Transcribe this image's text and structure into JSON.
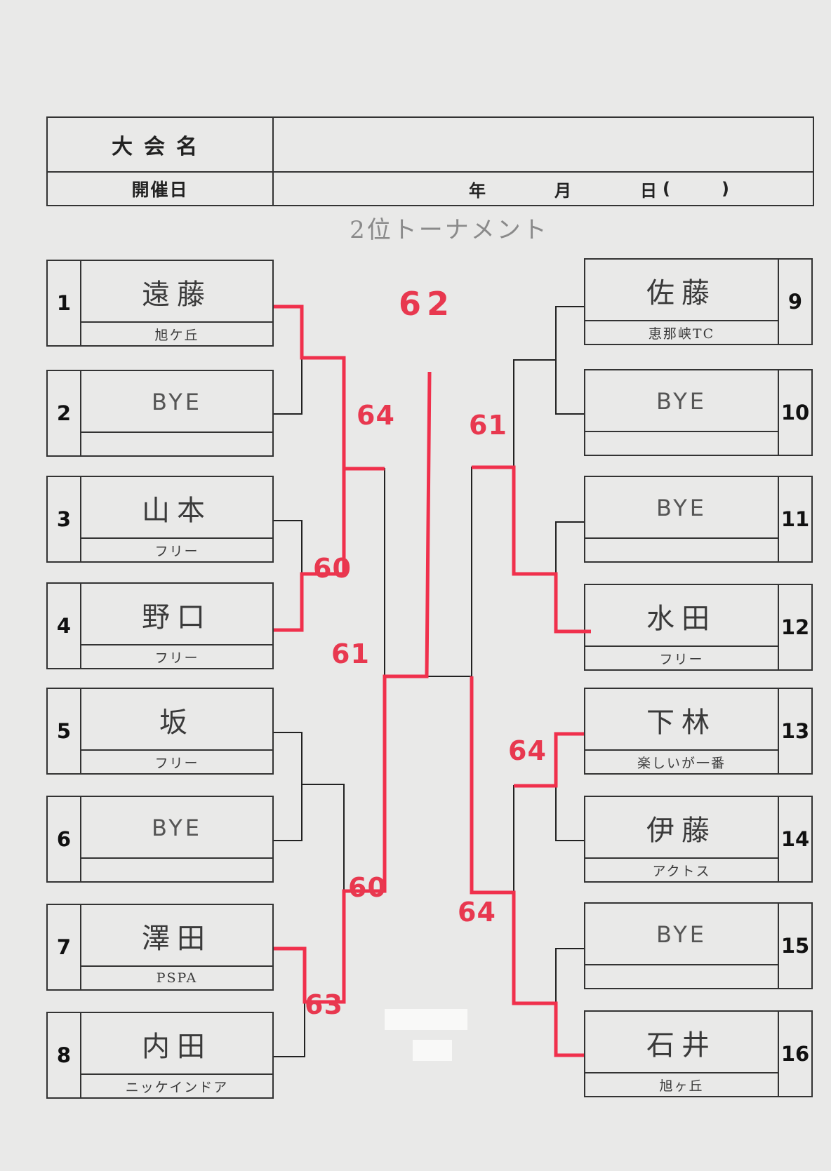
{
  "header": {
    "tournament_label": "大会名",
    "tournament_name": "",
    "date_label": "開催日",
    "date_year": "年",
    "date_month": "月",
    "date_day": "日",
    "weekday_open": "(",
    "weekday_close": ")"
  },
  "subtitle": "2位トーナメント",
  "players": [
    {
      "number": "1",
      "name": "遠藤",
      "club": "旭ケ丘",
      "bye": false
    },
    {
      "number": "2",
      "name": "BYE",
      "club": "",
      "bye": true
    },
    {
      "number": "3",
      "name": "山本",
      "club": "フリー",
      "bye": false
    },
    {
      "number": "4",
      "name": "野口",
      "club": "フリー",
      "bye": false
    },
    {
      "number": "5",
      "name": "坂",
      "club": "フリー",
      "bye": false
    },
    {
      "number": "6",
      "name": "BYE",
      "club": "",
      "bye": true
    },
    {
      "number": "7",
      "name": "澤田",
      "club": "PSPA",
      "bye": false
    },
    {
      "number": "8",
      "name": "内田",
      "club": "ニッケインドア",
      "bye": false
    },
    {
      "number": "9",
      "name": "佐藤",
      "club": "恵那峡TC",
      "bye": false
    },
    {
      "number": "10",
      "name": "BYE",
      "club": "",
      "bye": true
    },
    {
      "number": "11",
      "name": "BYE",
      "club": "",
      "bye": true
    },
    {
      "number": "12",
      "name": "水田",
      "club": "フリー",
      "bye": false
    },
    {
      "number": "13",
      "name": "下林",
      "club": "楽しいが一番",
      "bye": false
    },
    {
      "number": "14",
      "name": "伊藤",
      "club": "アクトス",
      "bye": false
    },
    {
      "number": "15",
      "name": "BYE",
      "club": "",
      "bye": true
    },
    {
      "number": "16",
      "name": "石井",
      "club": "旭ヶ丘",
      "bye": false
    }
  ],
  "scores": {
    "final": "62",
    "left_semi": "61",
    "right_semi": "61",
    "left_qf_top": "64",
    "left_qf_bottom": "60",
    "right_qf_bottom": "64",
    "r1_3v4": "60",
    "r1_7v8": "63",
    "r1_13v14": "64"
  },
  "colors": {
    "winner_line": "#f0304c",
    "bracket_line": "#222222",
    "paper": "#e9e9e8"
  }
}
